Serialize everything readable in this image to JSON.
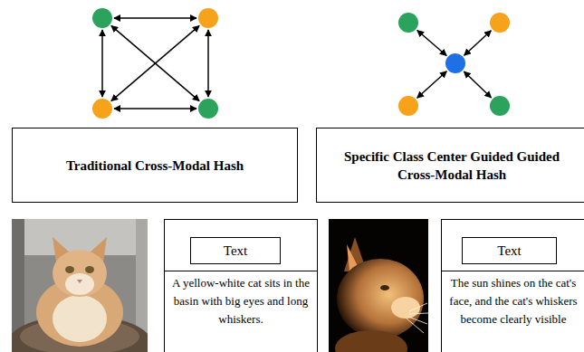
{
  "diagram": {
    "nodes": [
      {
        "text": [
          "Traditional Cross-Modal Hash"
        ]
      },
      {
        "text": [
          "Specific Class Center Guided Guided Cross-Modal Hash"
        ]
      },
      {
        "text": [
          "A yellow-white cat sits in the basin with big eyes and long whiskers."
        ]
      },
      {
        "text": [
          "Text"
        ],
        "in": 2
      },
      {
        "text": [
          "The sun shines on the cat's face, and the cat's whiskers become clearly visible"
        ]
      },
      {
        "text": [
          "Text"
        ],
        "in": 4
      }
    ]
  }
}
